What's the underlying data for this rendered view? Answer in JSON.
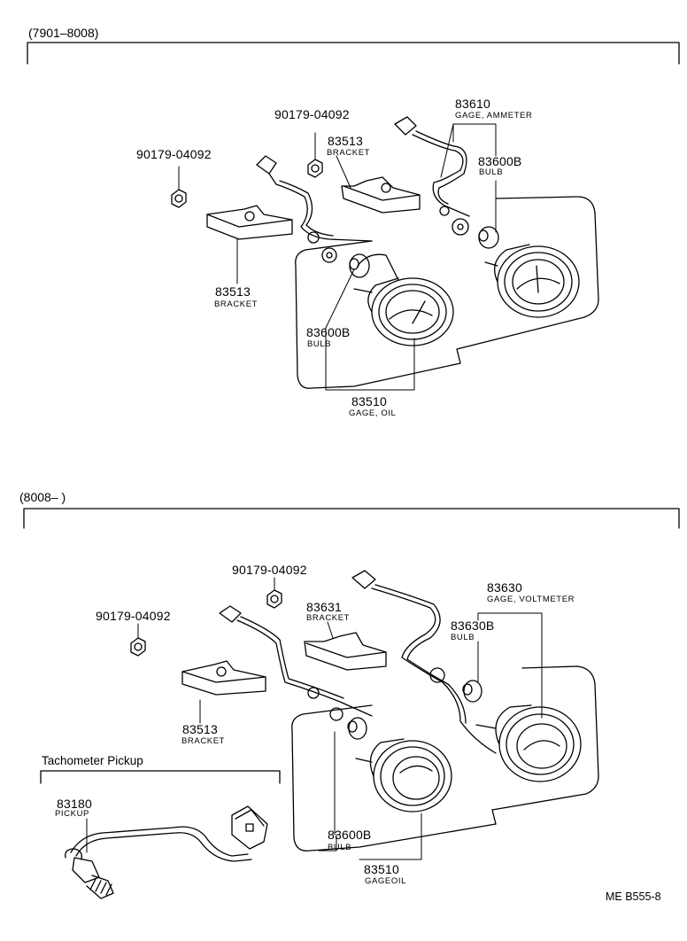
{
  "upper": {
    "range": "(7901–8008)",
    "labels": {
      "nut_a": "90179-04092",
      "nut_b": "90179-04092",
      "ammeter_part": "83610",
      "ammeter_desc": "GAGE, AMMETER",
      "bracket_top_part": "83513",
      "bracket_top_desc": "BRACKET",
      "bulb_right_part": "83600B",
      "bulb_right_desc": "BULB",
      "bracket_left_part": "83513",
      "bracket_left_desc": "BRACKET",
      "bulb_left_part": "83600B",
      "bulb_left_desc": "BULB",
      "oil_part": "83510",
      "oil_desc": "GAGE, OIL"
    }
  },
  "lower": {
    "range": "(8008–          )",
    "labels": {
      "nut_a": "90179-04092",
      "nut_b": "90179-04092",
      "bracket_top_part": "83631",
      "bracket_top_desc": "BRACKET",
      "voltmeter_part": "83630",
      "voltmeter_desc": "GAGE, VOLTMETER",
      "bulb_right_part": "83630B",
      "bulb_right_desc": "BULB",
      "bracket_left_part": "83513",
      "bracket_left_desc": "BRACKET",
      "bulb_left_part": "83600B",
      "bulb_left_desc": "BULB",
      "oil_part": "83510",
      "oil_desc": "GAGEOIL"
    }
  },
  "tachometer": {
    "title": "Tachometer Pickup",
    "pickup_part": "83180",
    "pickup_desc": "PICKUP"
  },
  "drawing_code": "ME B555-8"
}
